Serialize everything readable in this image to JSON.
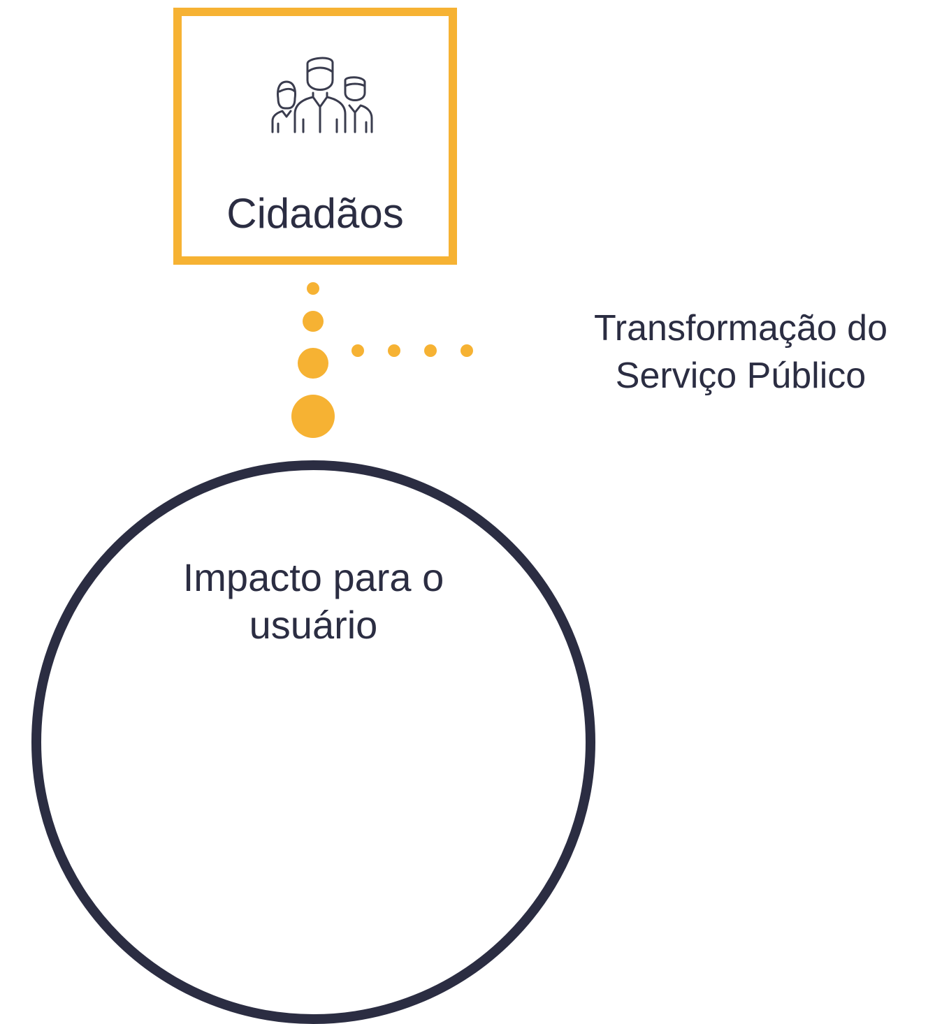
{
  "citizens_box": {
    "label": "Cidadãos",
    "icon": "people-group-icon"
  },
  "side_label": {
    "line1": "Transformação do",
    "line2": "Serviço Público"
  },
  "impact_circle": {
    "line1": "Impacto para o",
    "line2": "usuário"
  },
  "colors": {
    "accent": "#f6b233",
    "text": "#2b2d42",
    "background": "#ffffff"
  }
}
